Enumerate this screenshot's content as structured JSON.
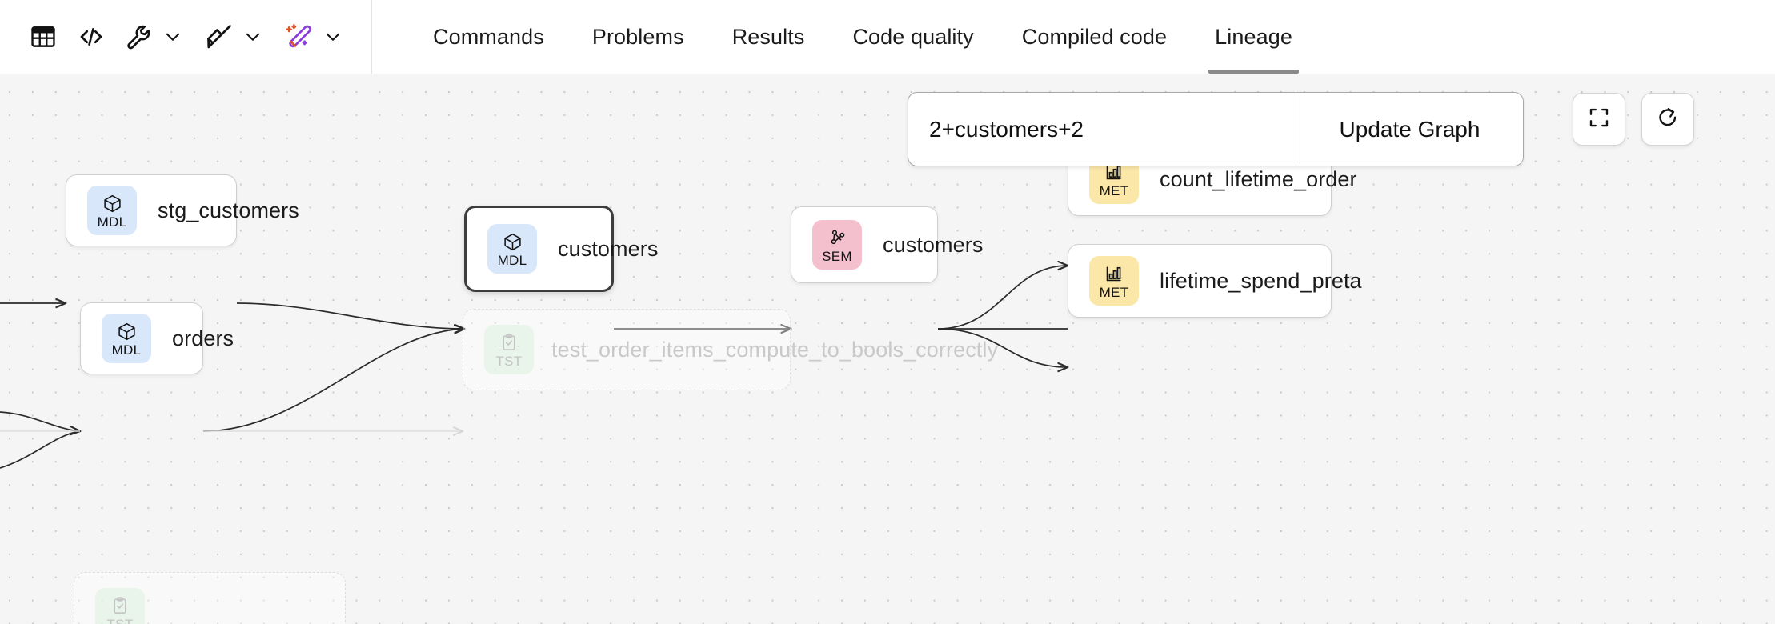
{
  "toolbar": {
    "buttons": [
      {
        "name": "table-view-icon",
        "icon": "table-icon",
        "label": ""
      },
      {
        "name": "code-view-icon",
        "icon": "code-icon",
        "label": ""
      },
      {
        "name": "wrench-tool-icon",
        "icon": "wrench-icon",
        "label": ""
      },
      {
        "name": "format-broom-icon",
        "icon": "broom-icon",
        "label": ""
      },
      {
        "name": "ai-wand-icon",
        "icon": "magic-wand-icon",
        "label": ""
      }
    ]
  },
  "tabs": [
    {
      "label": "Commands",
      "active": false
    },
    {
      "label": "Problems",
      "active": false
    },
    {
      "label": "Results",
      "active": false
    },
    {
      "label": "Code quality",
      "active": false
    },
    {
      "label": "Compiled code",
      "active": false
    },
    {
      "label": "Lineage",
      "active": true
    }
  ],
  "search": {
    "value": "2+customers+2",
    "placeholder": "2+customers+2",
    "update_label": "Update Graph"
  },
  "canvas_controls": [
    {
      "name": "fit-view-button",
      "icon": "fit-screen-icon"
    },
    {
      "name": "refresh-graph-button",
      "icon": "refresh-icon"
    }
  ],
  "graph": {
    "nodes": [
      {
        "id": "stg_customers",
        "label": "stg_customers",
        "type": "MDL",
        "type_color": "#d8e7fa",
        "icon": "cube-icon",
        "state": "normal"
      },
      {
        "id": "orders",
        "label": "orders",
        "type": "MDL",
        "type_color": "#d8e7fa",
        "icon": "cube-icon",
        "state": "normal"
      },
      {
        "id": "customers_mdl",
        "label": "customers",
        "type": "MDL",
        "type_color": "#d8e7fa",
        "icon": "cube-icon",
        "state": "selected"
      },
      {
        "id": "customers_sem",
        "label": "customers",
        "type": "SEM",
        "type_color": "#f5c0cd",
        "icon": "network-icon",
        "state": "normal"
      },
      {
        "id": "count_lifetime_orders",
        "label": "count_lifetime_order",
        "type": "MET",
        "type_color": "#fbe7a8",
        "icon": "bar-chart-icon",
        "state": "normal"
      },
      {
        "id": "lifetime_spend_pretax",
        "label": "lifetime_spend_preta",
        "type": "MET",
        "type_color": "#fbe7a8",
        "icon": "bar-chart-icon",
        "state": "normal"
      },
      {
        "id": "test_order_items",
        "label": "test_order_items_compute_to_bools_correctly",
        "type": "TST",
        "type_color": "#ddf3de",
        "icon": "clipboard-check-icon",
        "state": "dimmed"
      },
      {
        "id": "test_partial_bottom",
        "label": "",
        "type": "TST",
        "type_color": "#ddf3de",
        "icon": "clipboard-check-icon",
        "state": "dimmed"
      }
    ],
    "edge_count": 9
  }
}
